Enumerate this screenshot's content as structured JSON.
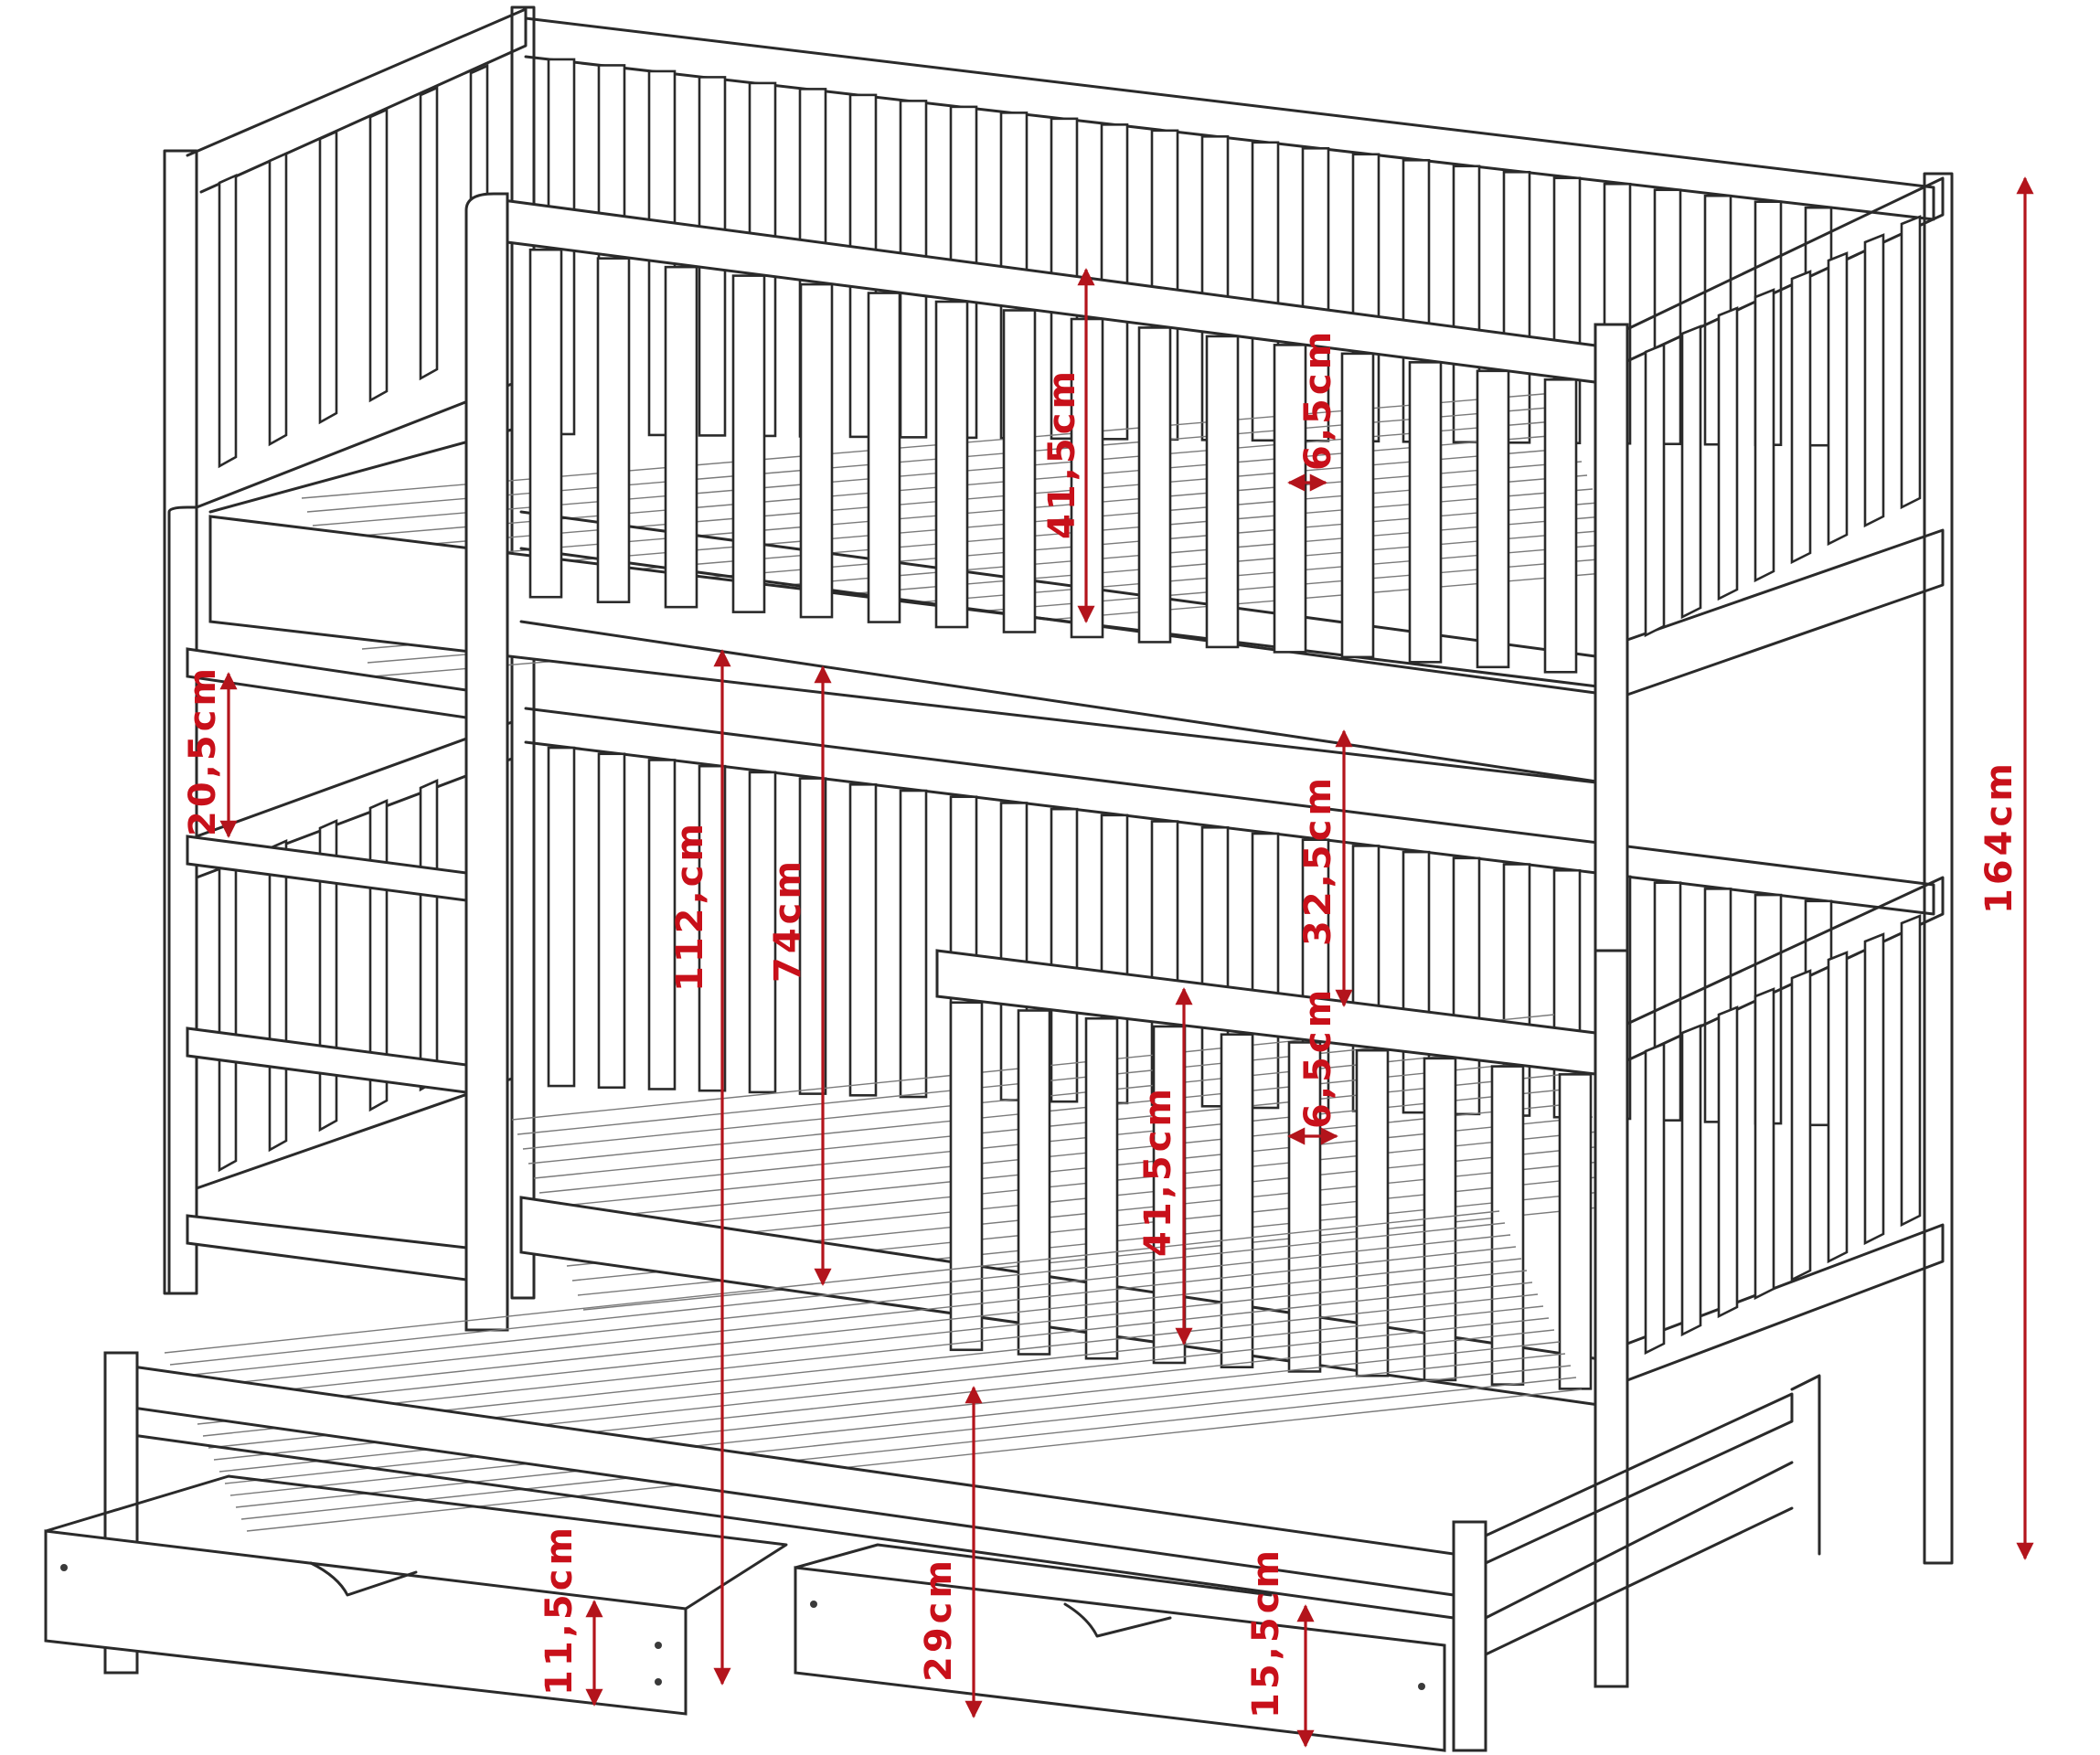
{
  "dimensions": {
    "top_rail_height": "41,5cm",
    "top_slat_gap": "6,5cm",
    "ladder_step": "20,5cm",
    "lower_bunk_clearance": "32,5cm",
    "frame_to_top_bed": "112,cm",
    "lower_to_top_bed": "74cm",
    "total_height": "164cm",
    "lower_slat_gap": "6,5cm",
    "lower_rail_height": "41,5cm",
    "left_drawer_height": "11,5cm",
    "trundle_height": "29cm",
    "right_drawer_height": "15,5cm"
  },
  "colors": {
    "outline": "#2a2a2a",
    "dimension": "#c8101a",
    "background": "#ffffff"
  }
}
